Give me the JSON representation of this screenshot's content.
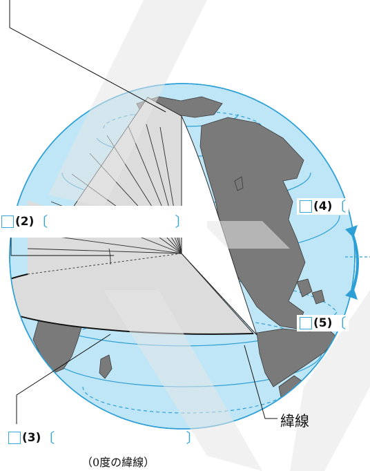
{
  "labels": {
    "q2": {
      "number": "(2)",
      "open_bracket": "〔",
      "close_bracket": "〕"
    },
    "q3": {
      "number": "(3)",
      "open_bracket": "〔",
      "close_bracket": "〕"
    },
    "q4": {
      "number": "(4)",
      "open_bracket": "〔"
    },
    "q5": {
      "number": "(5)",
      "open_bracket": "〔"
    }
  },
  "latitude_line_label": "緯線",
  "equator_note": "（0度の緯線）",
  "colors": {
    "ocean": "#bfe6f6",
    "land": "#7a7a7a",
    "cutaway": "#dcdcdc",
    "accent": "#35a6dc",
    "watermark": "#e6e6e6"
  }
}
